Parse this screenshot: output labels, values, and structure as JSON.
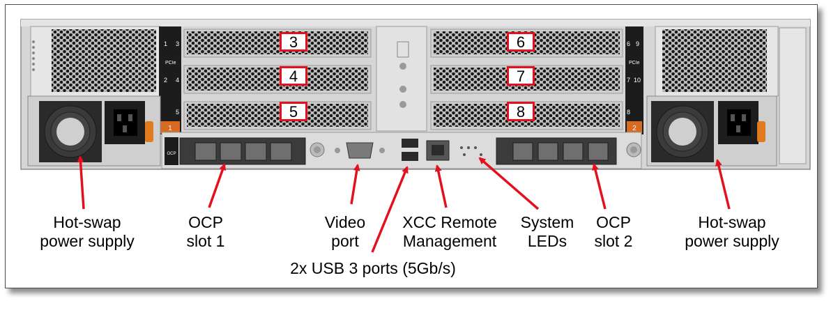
{
  "slots": [
    "3",
    "4",
    "5",
    "6",
    "7",
    "8"
  ],
  "callouts": {
    "psu_left": [
      "Hot-swap",
      "power supply"
    ],
    "ocp1": [
      "OCP",
      "slot 1"
    ],
    "video": [
      "Video",
      "port"
    ],
    "xcc": [
      "XCC Remote",
      "Management"
    ],
    "leds": [
      "System",
      "LEDs"
    ],
    "ocp2": [
      "OCP",
      "slot 2"
    ],
    "psu_right": [
      "Hot-swap",
      "power supply"
    ],
    "usb": "2x USB 3 ports (5Gb/s)"
  },
  "panel_text": {
    "riser_left_nums": [
      "1",
      "3",
      "2",
      "4",
      "5"
    ],
    "riser_right_nums": [
      "6",
      "9",
      "7",
      "10",
      "8"
    ],
    "pcie": "PCIe",
    "riser_left_tag": "1",
    "riser_right_tag": "2",
    "ocp_tag": "OCP"
  },
  "colors": {
    "arrow": "#e3101d",
    "slot_border": "#e3101d",
    "chassis": "#d9d9d9"
  }
}
